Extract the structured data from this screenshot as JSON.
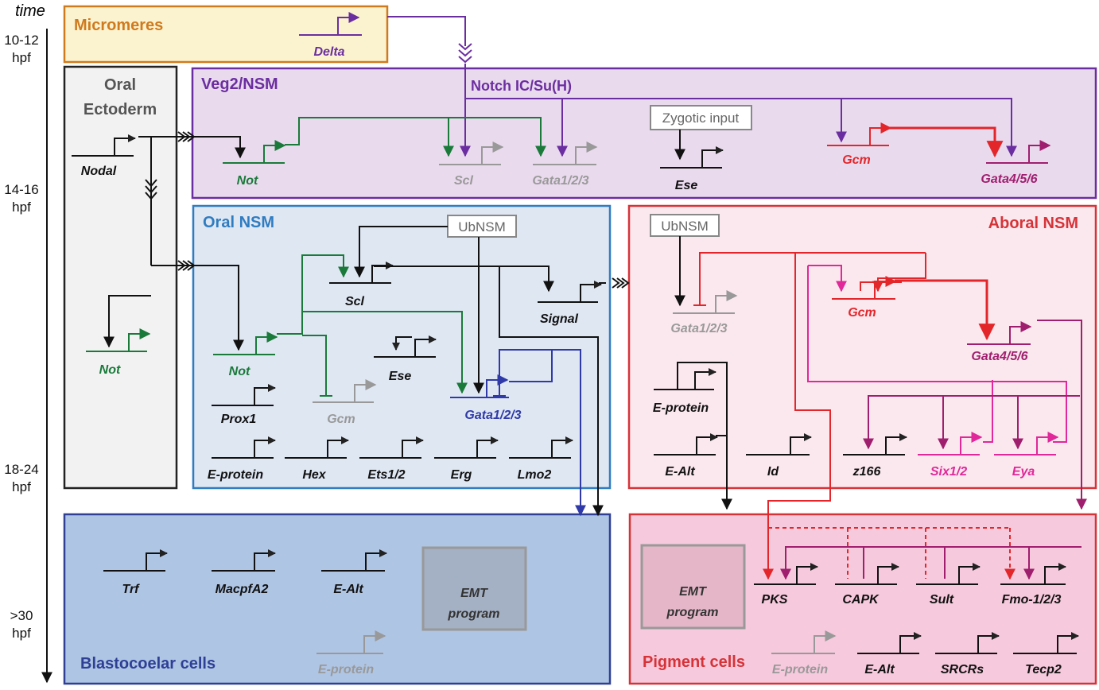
{
  "time": {
    "title": "time",
    "labels": [
      {
        "l1": "10-12",
        "l2": "hpf"
      },
      {
        "l1": "14-16",
        "l2": "hpf"
      },
      {
        "l1": "18-24",
        "l2": "hpf"
      },
      {
        "l1": ">30",
        "l2": "hpf"
      }
    ]
  },
  "boxes": {
    "micromeres": "Micromeres",
    "oral_ectoderm_1": "Oral",
    "oral_ectoderm_2": "Ectoderm",
    "veg2": "Veg2/NSM",
    "oral_nsm": "Oral NSM",
    "aboral_nsm": "Aboral NSM",
    "blastocoelar": "Blastocoelar cells",
    "pigment": "Pigment cells"
  },
  "labels": {
    "notch": "Notch IC/Su(H)",
    "zygotic": "Zygotic input",
    "ubnsm_oral": "UbNSM",
    "ubnsm_aboral": "UbNSM",
    "emt_blasto_1": "EMT",
    "emt_blasto_2": "program",
    "emt_pig_1": "EMT",
    "emt_pig_2": "program"
  },
  "genes": {
    "delta": "Delta",
    "nodal": "Nodal",
    "not_ecto": "Not",
    "veg_not": "Not",
    "veg_scl": "Scl",
    "veg_gata123": "Gata1/2/3",
    "veg_ese": "Ese",
    "veg_gcm": "Gcm",
    "veg_gata456": "Gata4/5/6",
    "o_scl": "Scl",
    "o_signal": "Signal",
    "o_not": "Not",
    "o_gcm": "Gcm",
    "o_ese": "Ese",
    "o_gata123": "Gata1/2/3",
    "o_prox1": "Prox1",
    "o_eprotein": "E-protein",
    "o_hex": "Hex",
    "o_ets12": "Ets1/2",
    "o_erg": "Erg",
    "o_lmo2": "Lmo2",
    "a_gata123": "Gata1/2/3",
    "a_gcm": "Gcm",
    "a_gata456": "Gata4/5/6",
    "a_eprotein": "E-protein",
    "a_ealt": "E-Alt",
    "a_id": "Id",
    "a_z166": "z166",
    "a_six12": "Six1/2",
    "a_eya": "Eya",
    "b_trf": "Trf",
    "b_macpfa2": "MacpfA2",
    "b_ealt": "E-Alt",
    "b_eprotein": "E-protein",
    "p_pks": "PKS",
    "p_capk": "CAPK",
    "p_sult": "Sult",
    "p_fmo": "Fmo-1/2/3",
    "p_eprotein": "E-protein",
    "p_ealt": "E-Alt",
    "p_srcrs": "SRCRs",
    "p_tecp2": "Tecp2"
  },
  "colors": {
    "micromeres_fill": "#fbf3cf",
    "micromeres_stroke": "#d07a1e",
    "veg2_fill": "#eadaee",
    "veg2_stroke": "#6b2ea0",
    "oral_fill": "#dfe7f3",
    "oral_stroke": "#2f7cc1",
    "aboral_fill": "#fbe8ee",
    "aboral_stroke": "#d63338",
    "blasto_fill": "#afc5e4",
    "blasto_stroke": "#2f3f95",
    "pigment_fill": "#f6c9dc",
    "pigment_stroke": "#d63338",
    "ecto_fill": "#f2f2f2",
    "green": "#1a7a3a",
    "purple": "#6b2ea0",
    "red": "#e3262a",
    "magenta": "#a01e6e",
    "pink": "#e0289a",
    "blue": "#2f3aa8",
    "gray": "#999999"
  }
}
